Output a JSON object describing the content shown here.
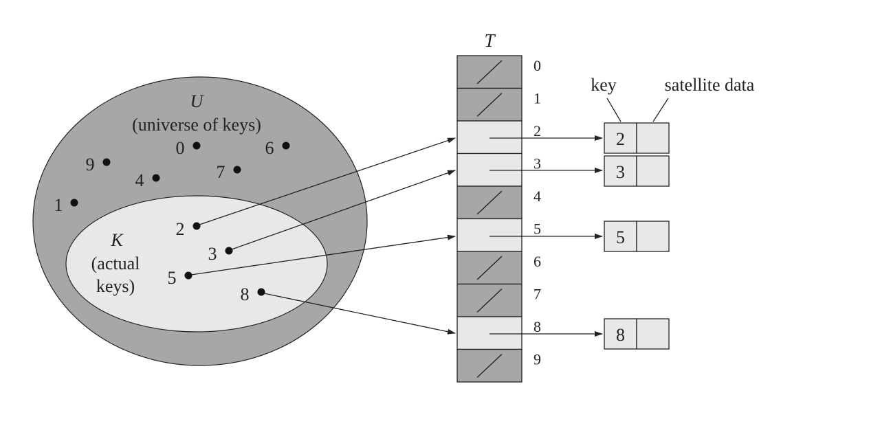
{
  "universe": {
    "symbol": "U",
    "caption": "(universe of keys)",
    "fill": "#a7a7aa"
  },
  "actual": {
    "symbol": "K",
    "caption_line1": "(actual",
    "caption_line2": "keys)",
    "fill": "#e8e8e8"
  },
  "universe_keys": [
    "0",
    "6",
    "9",
    "7",
    "4",
    "1"
  ],
  "actual_keys": [
    "2",
    "3",
    "5",
    "8"
  ],
  "table": {
    "name": "T",
    "slots": [
      {
        "index": "0",
        "empty": true
      },
      {
        "index": "1",
        "empty": true
      },
      {
        "index": "2",
        "empty": false,
        "key": "2"
      },
      {
        "index": "3",
        "empty": false,
        "key": "3"
      },
      {
        "index": "4",
        "empty": true
      },
      {
        "index": "5",
        "empty": false,
        "key": "5"
      },
      {
        "index": "6",
        "empty": true
      },
      {
        "index": "7",
        "empty": true
      },
      {
        "index": "8",
        "empty": false,
        "key": "8"
      },
      {
        "index": "9",
        "empty": true
      }
    ],
    "empty_fill": "#a7a7aa",
    "full_fill": "#e8e8e8"
  },
  "record_labels": {
    "key": "key",
    "satellite": "satellite data"
  }
}
